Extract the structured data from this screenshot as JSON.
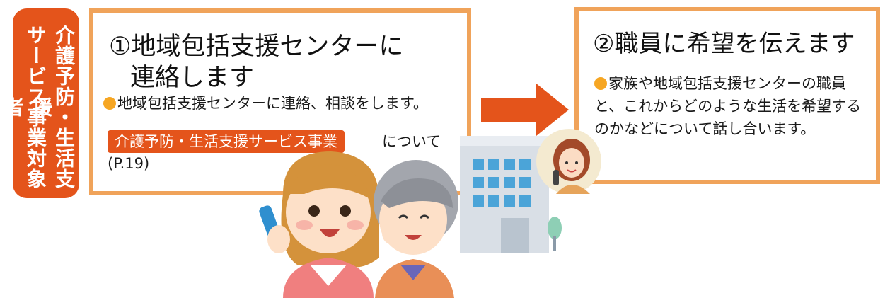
{
  "side_tab": {
    "col1": "介護予防・生活支援",
    "col2": "サービス事業対象者"
  },
  "step1": {
    "title_line1": "①地域包括支援センターに",
    "title_line2": "連絡します",
    "bullet": "地域包括支援センターに連絡、相談をします。",
    "tag": "介護予防・生活支援サービス事業",
    "tag_after": "について",
    "page_ref": "(P.19)"
  },
  "step2": {
    "title": "②職員に希望を伝えます",
    "bullet": "家族や地域包括支援センターの職員と、これからどのような生活を希望するのかなどについて話し合います。"
  },
  "colors": {
    "accent": "#e4541b",
    "box_border": "#f0a35a",
    "bullet": "#f6a623"
  }
}
